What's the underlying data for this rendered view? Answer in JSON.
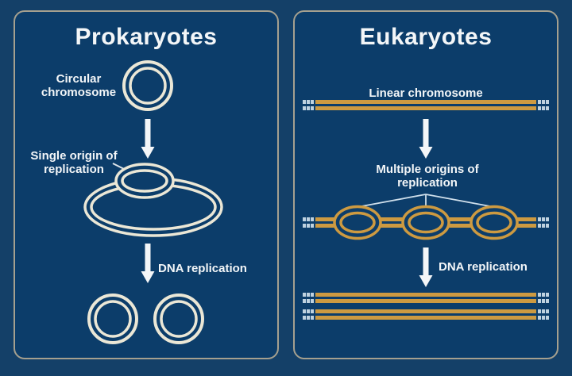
{
  "colors": {
    "background": "#144068",
    "panel_fill": "#0c3d6a",
    "panel_border": "#a5a08f",
    "prokaryote_dna": "#ebe7d6",
    "eukaryote_dna": "#cd9a41",
    "text": "#f3f6f8",
    "arrow": "#f4f6f8",
    "telomere_dots": "#bfd2e0",
    "pointer_lines": "#cfdfeb"
  },
  "panels": {
    "prokaryotes": {
      "title": "Prokaryotes",
      "chromosome_label": "Circular chromosome",
      "origin_label": "Single origin of replication",
      "replication_label": "DNA replication"
    },
    "eukaryotes": {
      "title": "Eukaryotes",
      "chromosome_label": "Linear chromosome",
      "origin_label": "Multiple origins of replication",
      "replication_label": "DNA replication"
    }
  }
}
